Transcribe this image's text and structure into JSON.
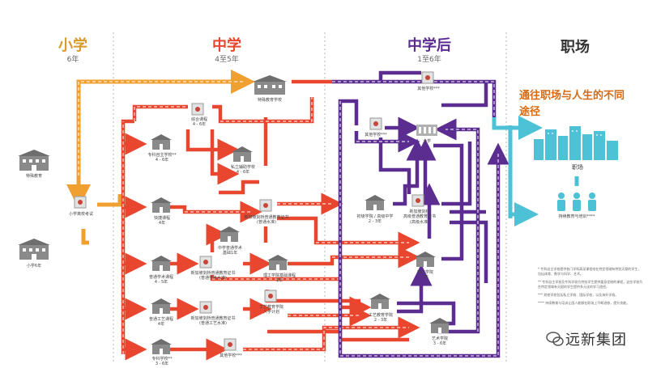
{
  "colors": {
    "primary_orange": "#f0a030",
    "secondary_red": "#e8462e",
    "post_purple": "#5b2d91",
    "work_cyan": "#4dc1d6",
    "divider": "#9a9a9a"
  },
  "stages": [
    {
      "title": "小学",
      "sub": "6年",
      "color": "#d89a2c"
    },
    {
      "title": "中学",
      "sub": "4至5年",
      "color": "#e8462e"
    },
    {
      "title": "中学后",
      "sub": "1至6年",
      "color": "#5b2d91"
    },
    {
      "title": "职场",
      "sub": "",
      "color": "#333333"
    }
  ],
  "tagline": "通往职场与人生的不同途径",
  "nodes": {
    "special_school_left": "特殊教育",
    "special_school_center": "特殊教育学校",
    "psle": "小学离校考试",
    "primary_6": "小学6年",
    "integrated": "综合课程\n4 - 6年",
    "specialized_indep": "专科自主学校**\n4 - 6年",
    "arts_school": "私立辅助学校\n4 - 6年",
    "express": "快捷课程\n4年",
    "o_level": "新加坡剑桥普通教育证书\n(普通水准)",
    "na": "普通学术课程\n4 - 5年",
    "nt_cert": "新加坡剑桥普通教育证书\n(普通学术水准)",
    "nt": "普通工艺课程\n4年",
    "nt_cert2": "新加坡剑桥普通教育证书\n(普通工艺水准)",
    "specialized_school": "专科学校**\n3 - 6年",
    "foundation_year": "中学普通学术\n基础1年",
    "poly_foundation": "理工学院基础课程\n1年",
    "dpp": "工艺教育学院\n入学计划",
    "other_schools_top": "其他学校***",
    "other_schools_mid": "其他学校***",
    "other_schools_bottom": "其他学校***",
    "jc": "初级学院 / 高级中学\n2 - 3年",
    "a_level": "新加坡剑桥\n高级普通教育证书\n(高级水准)",
    "university": "大学",
    "poly": "理工学院\n3年",
    "ite": "工艺教育学院\n2 - 3年",
    "arts_inst": "艺术学院\n3 - 6年",
    "workplace": "职场",
    "continuing": "持续教育与培训****"
  },
  "notes": [
    "* 专科自主学校提供各门学科高深课程给在特定领域有特别天赋的学生，包括体育、数学与科学、艺术。",
    "** 专科自主学校及专科学校为特别学生提供量身定制的课程，这些学校为在特定领域有天赋的学生提供多元化的学习途径。",
    "*** 其他学校包括私立学校、国际学校，以及海外学校。",
    "**** 持续教育与培训让国人能够在职场上不断进修，提升技能。"
  ],
  "watermark": "远新集团"
}
